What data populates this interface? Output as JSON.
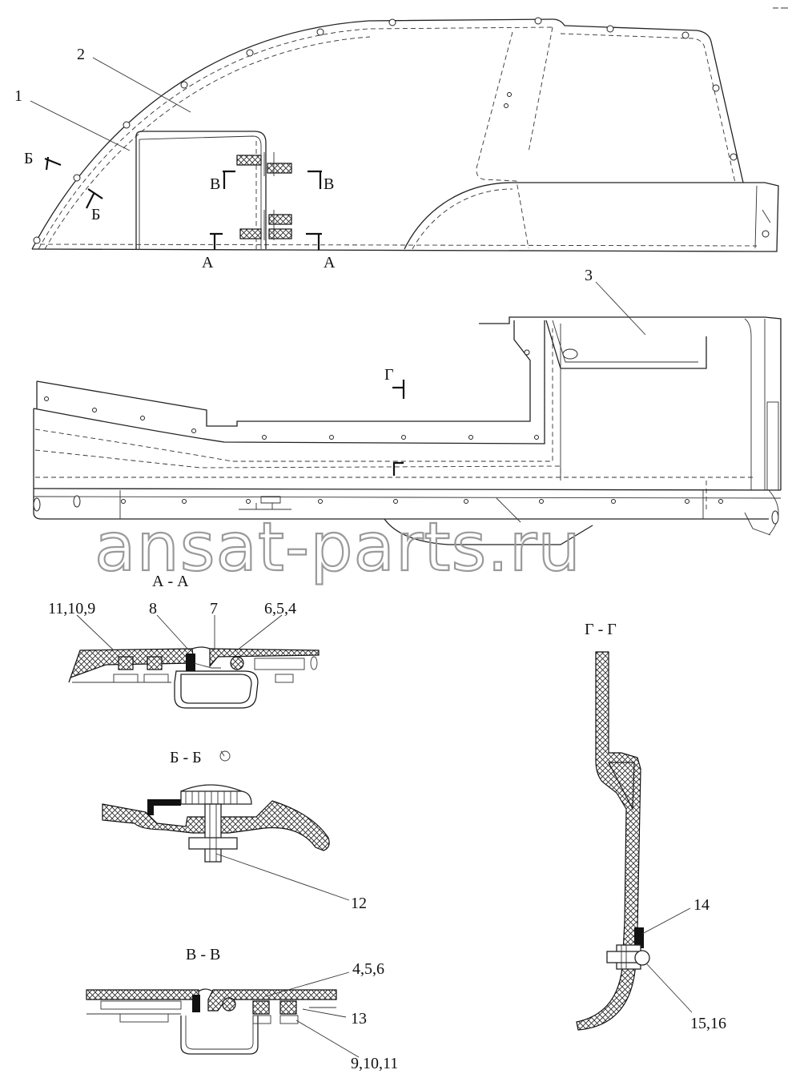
{
  "watermark": "ansat-parts.ru",
  "labels": {
    "p1": "1",
    "p2": "2",
    "p3": "3",
    "p12": "12",
    "p13": "13",
    "p14": "14",
    "p_1516": "15,16",
    "p_11_10_9": "11,10,9",
    "p8": "8",
    "p7": "7",
    "p_6_5_4": "6,5,4",
    "p_4_5_6": "4,5,6",
    "p_9_10_11": "9,10,11"
  },
  "cut_marks": {
    "A": "А",
    "B": "Б",
    "V": "В",
    "G": "Г"
  },
  "section_titles": {
    "aa": "А - А",
    "bb": "Б - Б",
    "vv": "В - В",
    "gg": "Г - Г"
  }
}
